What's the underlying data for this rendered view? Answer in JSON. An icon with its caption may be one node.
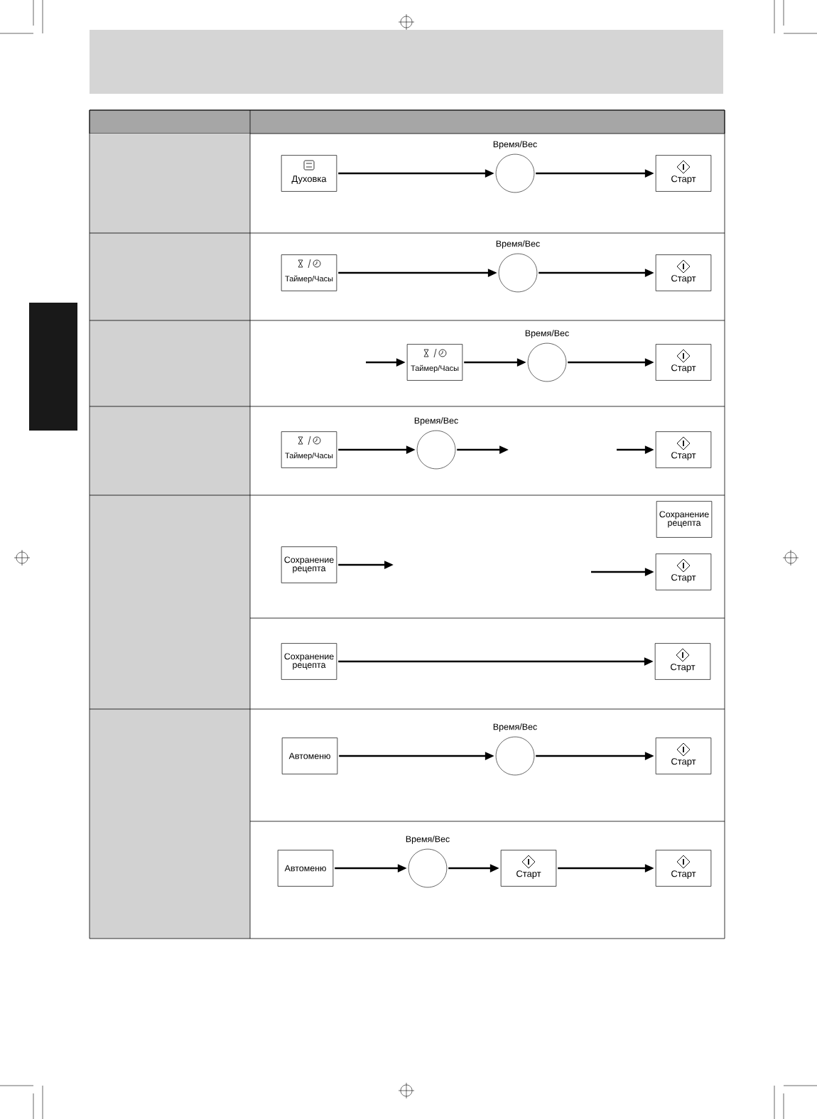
{
  "diagram": {
    "nodes": [
      {
        "text": [
          "Духовка"
        ]
      },
      {
        "text": [
          "Время/Вес"
        ]
      },
      {
        "text": [
          "Старт"
        ]
      },
      {
        "text": [
          "Таймер/Часы"
        ]
      },
      {
        "text": [
          "Время/Вес"
        ]
      },
      {
        "text": [
          "Старт"
        ]
      },
      {
        "text": [
          "Таймер/Часы"
        ]
      },
      {
        "text": [
          "Время/Вес"
        ]
      },
      {
        "text": [
          "Старт"
        ]
      },
      {
        "text": [
          "Таймер/Часы"
        ]
      },
      {
        "text": [
          "Время/Вес"
        ]
      },
      {
        "text": [
          "Старт"
        ]
      },
      {
        "text": [
          "Сохранение рецепта"
        ]
      },
      {
        "text": [
          "Сохранение рецепта"
        ]
      },
      {
        "text": [
          "Старт"
        ]
      },
      {
        "text": [
          "Сохранение рецепта"
        ]
      },
      {
        "text": [
          "Старт"
        ]
      },
      {
        "text": [
          "Автоменю"
        ]
      },
      {
        "text": [
          "Время/Вес"
        ]
      },
      {
        "text": [
          "Старт"
        ]
      },
      {
        "text": [
          "Автоменю"
        ]
      },
      {
        "text": [
          "Время/Вес"
        ]
      },
      {
        "text": [
          "Старт"
        ]
      },
      {
        "text": [
          "Старт"
        ]
      }
    ],
    "edges": [
      {
        "from": 0,
        "to": 1,
        "arrow": "to"
      },
      {
        "from": 1,
        "to": 2,
        "arrow": "to"
      },
      {
        "from": 3,
        "to": 4,
        "arrow": "to"
      },
      {
        "from": 4,
        "to": 5,
        "arrow": "to"
      },
      {
        "from": null,
        "to": 6,
        "arrow": "to"
      },
      {
        "from": 6,
        "to": 7,
        "arrow": "to"
      },
      {
        "from": 7,
        "to": 8,
        "arrow": "to"
      },
      {
        "from": 9,
        "to": 10,
        "arrow": "to"
      },
      {
        "from": 10,
        "to": null,
        "arrow": "to"
      },
      {
        "from": null,
        "to": 11,
        "arrow": "to"
      },
      {
        "from": 13,
        "to": null,
        "arrow": "to"
      },
      {
        "from": null,
        "to": 14,
        "arrow": "to"
      },
      {
        "from": 15,
        "to": 16,
        "arrow": "to"
      },
      {
        "from": 17,
        "to": 18,
        "arrow": "to"
      },
      {
        "from": 18,
        "to": 19,
        "arrow": "to"
      },
      {
        "from": 20,
        "to": 21,
        "arrow": "to"
      },
      {
        "from": 21,
        "to": 22,
        "arrow": "to"
      },
      {
        "from": 22,
        "to": 23,
        "arrow": "to"
      }
    ]
  }
}
